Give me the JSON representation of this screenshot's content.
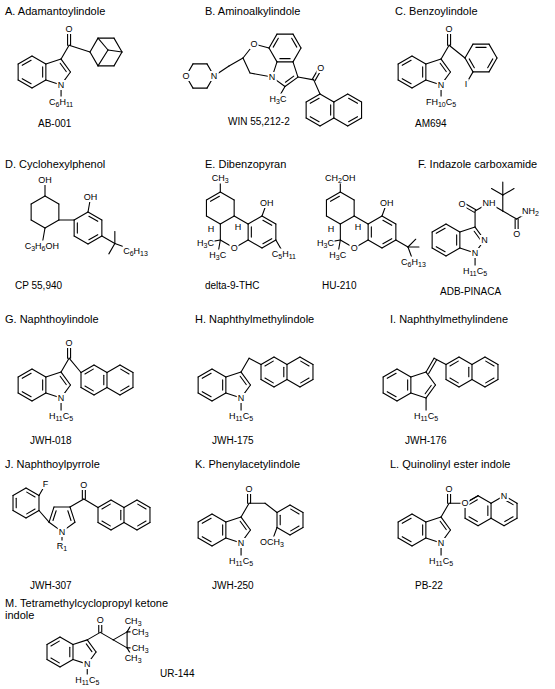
{
  "diagram": {
    "labels": [
      "A. Adamantoylindole",
      "O",
      "N",
      "C6H11",
      "AB-001",
      "B. Aminoalkylindole",
      "O",
      "N",
      "O",
      "N",
      "H3C",
      "O",
      "WIN 55,212-2",
      "C. Benzoylindole",
      "O",
      "N",
      "I",
      "FH10C5",
      "AM694",
      "D. Cyclohexylphenol",
      "OH",
      "OH",
      "C3H6OH",
      "C6H13",
      "CP 55,940",
      "E. Dibenzopyran",
      "CH3",
      "OH",
      "H",
      "H",
      "H3C",
      "H3C",
      "O",
      "C5H11",
      "delta-9-THC",
      "CH2OH",
      "OH",
      "H",
      "H",
      "H3C",
      "H3C",
      "O",
      "C6H13",
      "HU-210",
      "F. Indazole carboxamide",
      "N",
      "N",
      "O",
      "NH",
      "O",
      "NH2",
      "H11C5",
      "ADB-PINACA",
      "G. Naphthoylindole",
      "O",
      "N",
      "H11C5",
      "JWH-018",
      "H. Naphthylmethylindole",
      "N",
      "H11C5",
      "JWH-175",
      "I. Naphthylmethylindene",
      "H11C5",
      "JWH-176",
      "J. Naphthoylpyrrole",
      "F",
      "O",
      "N",
      "R1",
      "JWH-307",
      "K. Phenylacetylindole",
      "O",
      "N",
      "H11C5",
      "OCH3",
      "JWH-250",
      "L. Quinolinyl ester indole",
      "O",
      "O",
      "N",
      "N",
      "H11C5",
      "PB-22",
      "M. Tetramethylcyclopropyl ketone indole",
      "O",
      "CH3",
      "CH3",
      "CH3",
      "CH3",
      "N",
      "H11C5",
      "UR-144"
    ]
  }
}
